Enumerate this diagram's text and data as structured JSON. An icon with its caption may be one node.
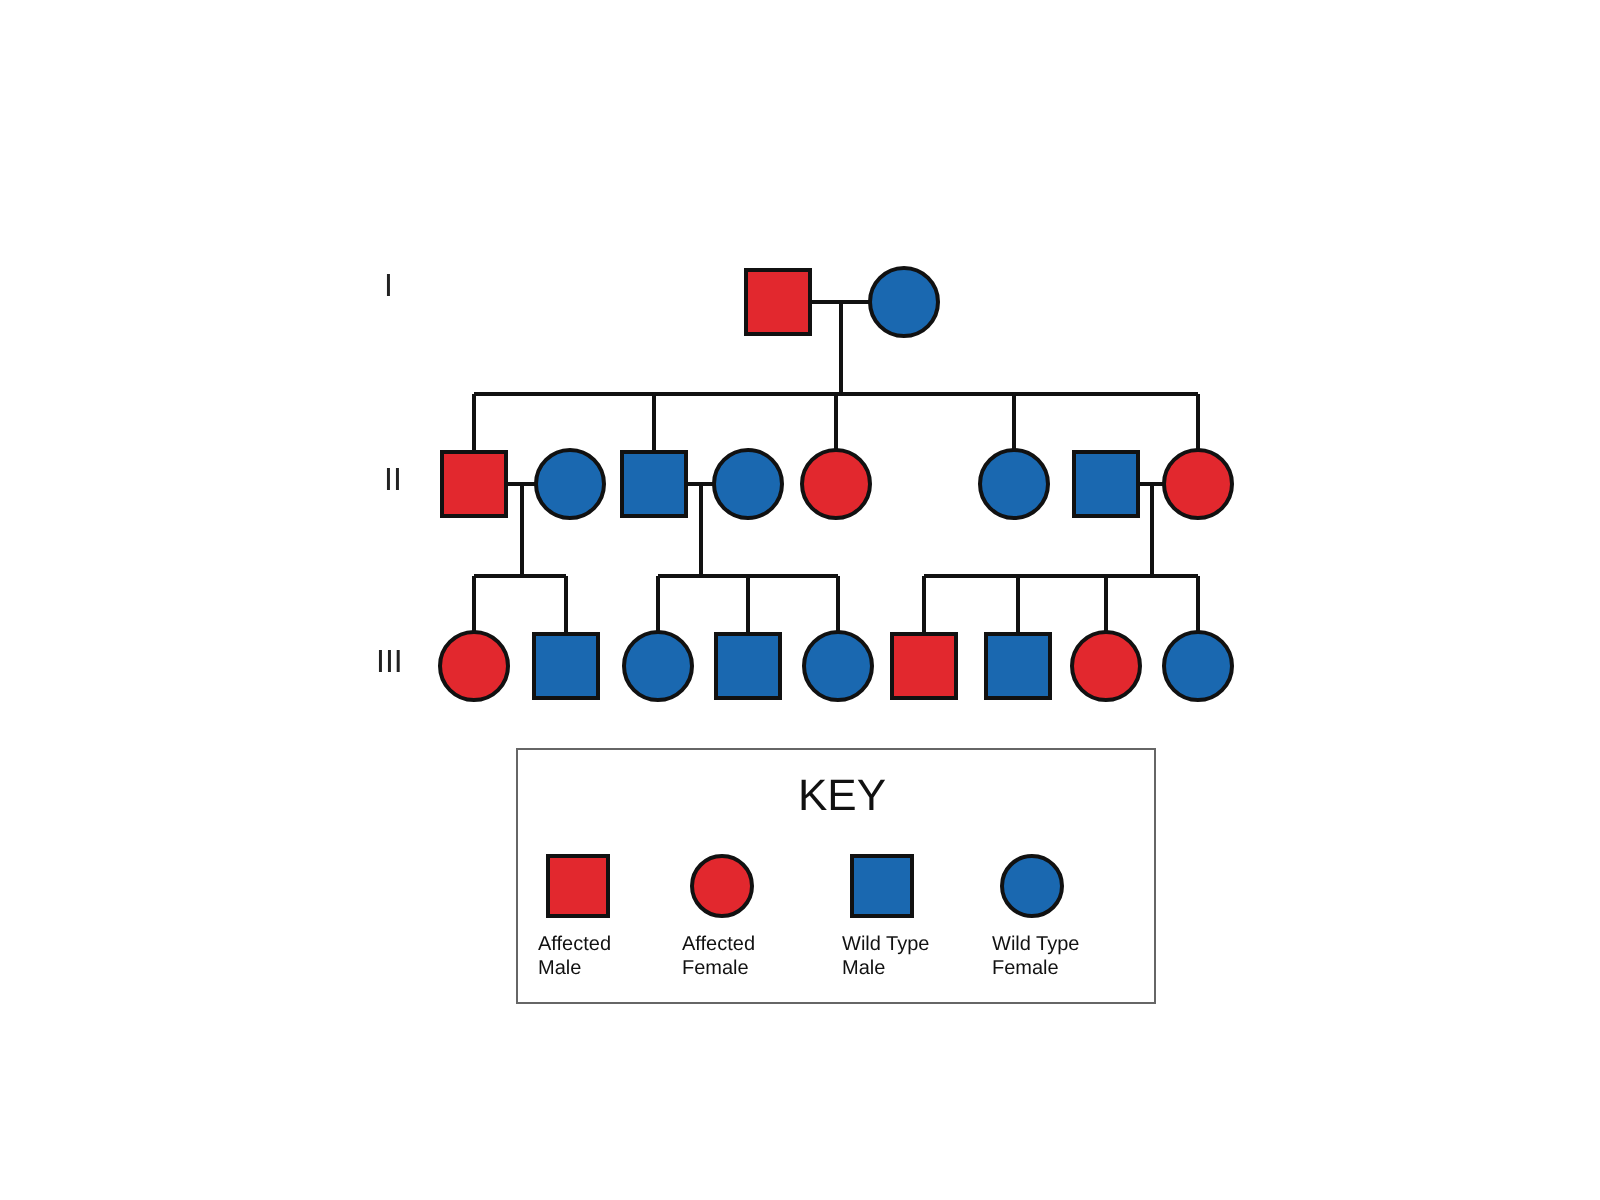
{
  "diagram": {
    "nodes": [
      {
        "text": [],
        "shape": "box"
      },
      {
        "text": [],
        "shape": "circle"
      },
      {
        "text": [],
        "shape": "box"
      },
      {
        "text": [],
        "shape": "circle"
      },
      {
        "text": [],
        "shape": "box"
      },
      {
        "text": [],
        "shape": "circle"
      },
      {
        "text": [],
        "shape": "circle"
      },
      {
        "text": [],
        "shape": "circle"
      },
      {
        "text": [],
        "shape": "box"
      },
      {
        "text": [],
        "shape": "circle"
      },
      {
        "text": [],
        "shape": "circle"
      },
      {
        "text": [],
        "shape": "box"
      },
      {
        "text": [],
        "shape": "circle"
      },
      {
        "text": [],
        "shape": "box"
      },
      {
        "text": [],
        "shape": "circle"
      },
      {
        "text": [],
        "shape": "box"
      },
      {
        "text": [],
        "shape": "box"
      },
      {
        "text": [],
        "shape": "circle"
      },
      {
        "text": [],
        "shape": "circle"
      }
    ],
    "edges": [
      {
        "from": 0,
        "to": 1,
        "arrow": "none"
      },
      {
        "from": 0,
        "to": 2,
        "arrow": "none"
      },
      {
        "from": 1,
        "to": 2,
        "arrow": "none"
      },
      {
        "from": 0,
        "to": 4,
        "arrow": "none"
      },
      {
        "from": 1,
        "to": 4,
        "arrow": "none"
      },
      {
        "from": 0,
        "to": 6,
        "arrow": "none"
      },
      {
        "from": 1,
        "to": 6,
        "arrow": "none"
      },
      {
        "from": 0,
        "to": 7,
        "arrow": "none"
      },
      {
        "from": 1,
        "to": 7,
        "arrow": "none"
      },
      {
        "from": 0,
        "to": 9,
        "arrow": "none"
      },
      {
        "from": 1,
        "to": 9,
        "arrow": "none"
      },
      {
        "from": 2,
        "to": 3,
        "arrow": "none"
      },
      {
        "from": 4,
        "to": 5,
        "arrow": "none"
      },
      {
        "from": 8,
        "to": 9,
        "arrow": "none"
      },
      {
        "from": 2,
        "to": 10,
        "arrow": "none"
      },
      {
        "from": 3,
        "to": 10,
        "arrow": "none"
      },
      {
        "from": 2,
        "to": 11,
        "arrow": "none"
      },
      {
        "from": 3,
        "to": 11,
        "arrow": "none"
      },
      {
        "from": 4,
        "to": 12,
        "arrow": "none"
      },
      {
        "from": 5,
        "to": 12,
        "arrow": "none"
      },
      {
        "from": 4,
        "to": 13,
        "arrow": "none"
      },
      {
        "from": 5,
        "to": 13,
        "arrow": "none"
      },
      {
        "from": 4,
        "to": 14,
        "arrow": "none"
      },
      {
        "from": 5,
        "to": 14,
        "arrow": "none"
      },
      {
        "from": 8,
        "to": 15,
        "arrow": "none"
      },
      {
        "from": 9,
        "to": 15,
        "arrow": "none"
      },
      {
        "from": 8,
        "to": 16,
        "arrow": "none"
      },
      {
        "from": 9,
        "to": 16,
        "arrow": "none"
      },
      {
        "from": 8,
        "to": 17,
        "arrow": "none"
      },
      {
        "from": 9,
        "to": 17,
        "arrow": "none"
      },
      {
        "from": 8,
        "to": 18,
        "arrow": "none"
      },
      {
        "from": 9,
        "to": 18,
        "arrow": "none"
      }
    ],
    "labels": [
      "I",
      "II",
      "III",
      "KEY"
    ],
    "legend": [
      {
        "text": "Affected Male",
        "color": "#e2282e"
      },
      {
        "text": "Affected Female",
        "color": "#e2282e"
      },
      {
        "text": "Wild Type Male",
        "color": "#1a68b0"
      },
      {
        "text": "Wild Type Female",
        "color": "#1a68b0"
      }
    ]
  }
}
